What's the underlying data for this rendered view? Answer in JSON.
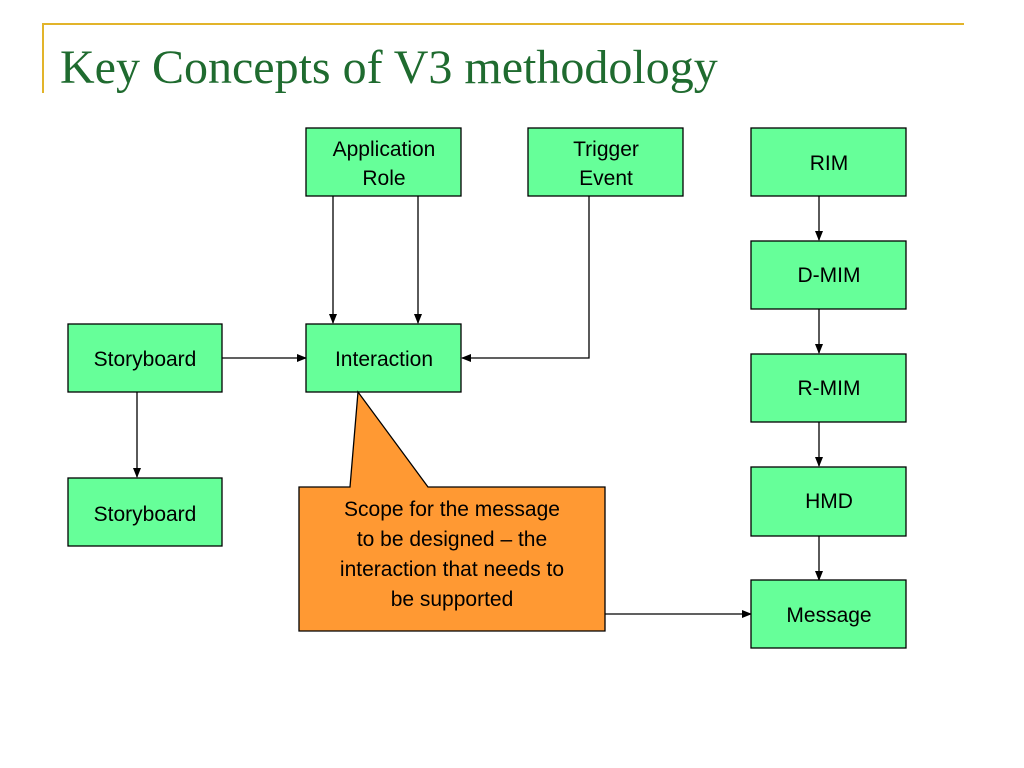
{
  "slide": {
    "title": "Key Concepts of V3 methodology",
    "accent_color": "#e2b42a",
    "title_color": "#1f6b2f"
  },
  "diagram": {
    "node_fill": "#66ff99",
    "callout_fill": "#ff9933",
    "nodes": {
      "application_role": [
        "Application",
        "Role"
      ],
      "trigger_event": [
        "Trigger",
        "Event"
      ],
      "rim": [
        "RIM"
      ],
      "storyboard_top": [
        "Storyboard"
      ],
      "interaction": [
        "Interaction"
      ],
      "d_mim": [
        "D-MIM"
      ],
      "r_mim": [
        "R-MIM"
      ],
      "storyboard_bottom": [
        "Storyboard"
      ],
      "hmd": [
        "HMD"
      ],
      "message": [
        "Message"
      ]
    },
    "callout": {
      "lines": [
        "Scope for the message",
        "to be designed – the",
        "interaction that needs to",
        "be supported"
      ]
    }
  }
}
